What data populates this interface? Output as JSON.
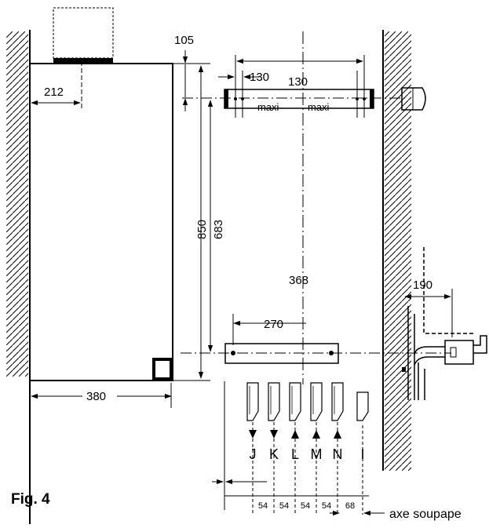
{
  "caption": "Fig. 4",
  "dimensions": {
    "d105": "105",
    "d212": "212",
    "d130a": "130",
    "d130b": "130",
    "maxi_a": "maxi",
    "maxi_b": "maxi",
    "d850": "850",
    "d683": "683",
    "d368": "368",
    "d270": "270",
    "d190": "190",
    "d380": "380"
  },
  "connections": [
    {
      "letter": "J",
      "dir": "down"
    },
    {
      "letter": "K",
      "dir": "down"
    },
    {
      "letter": "L",
      "dir": "up"
    },
    {
      "letter": "M",
      "dir": "up"
    },
    {
      "letter": "N",
      "dir": "up"
    },
    {
      "letter": "I",
      "dir": "none"
    }
  ],
  "spacings": [
    "54",
    "54",
    "54",
    "54",
    "68"
  ],
  "valve_axis_label": "axe soupape",
  "colors": {
    "ink": "#000000",
    "background": "#ffffff"
  }
}
